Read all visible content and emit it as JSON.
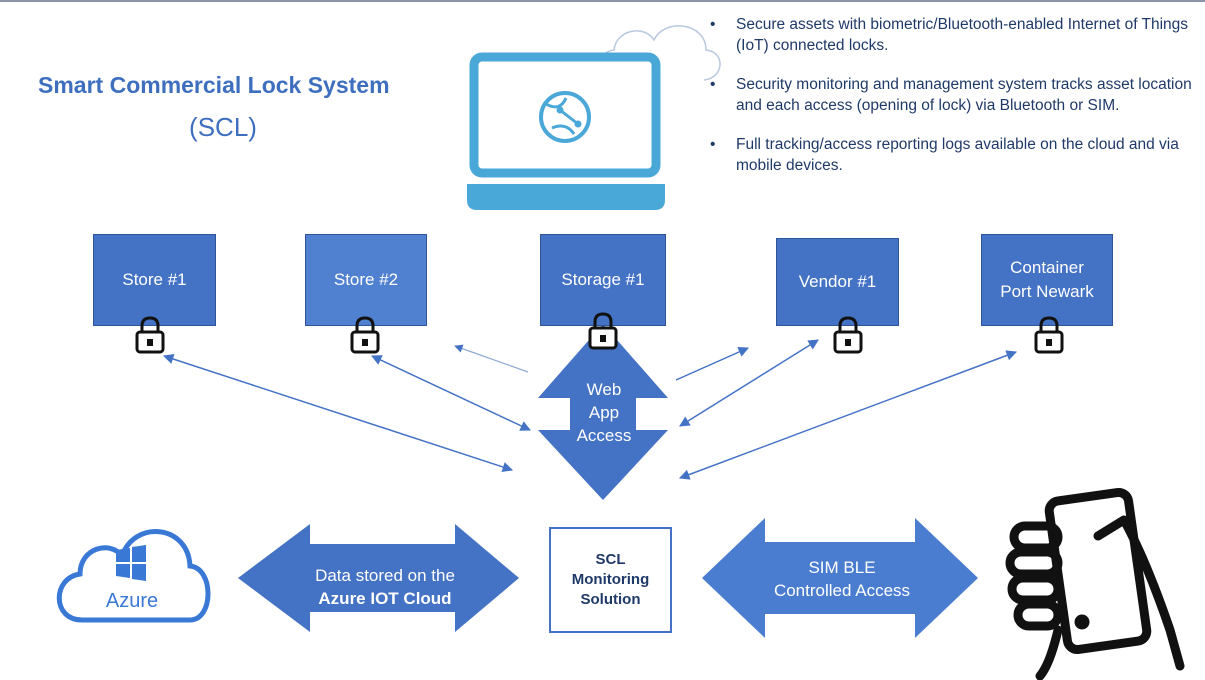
{
  "title": {
    "line1": "Smart Commercial Lock System",
    "line2": "(SCL)"
  },
  "bullets": [
    "Secure assets with biometric/Bluetooth-enabled Internet of Things (IoT) connected locks.",
    "Security monitoring and management system tracks asset location and each access (opening of lock) via Bluetooth or SIM.",
    "Full tracking/access reporting logs available on the cloud and via mobile devices."
  ],
  "locations": [
    {
      "line1": "Store #1",
      "line2": ""
    },
    {
      "line1": "Store #2",
      "line2": ""
    },
    {
      "line1": "Storage #1",
      "line2": ""
    },
    {
      "line1": "Vendor #1",
      "line2": ""
    },
    {
      "line1": "Container",
      "line2": "Port Newark"
    }
  ],
  "web_access": {
    "line1": "Web",
    "line2": "App",
    "line3": "Access"
  },
  "data_arrow": {
    "line1": "Data stored on the",
    "line2": "Azure IOT Cloud"
  },
  "scl": {
    "line1": "SCL",
    "line2": "Monitoring",
    "line3": "Solution"
  },
  "sim_arrow": {
    "line1": "SIM BLE",
    "line2": "Controlled Access"
  },
  "azure": {
    "label": "Azure"
  },
  "icons": {
    "laptop": "laptop-globe-icon",
    "cloud_top": "cloud-icon",
    "lock": "padlock-icon",
    "azure": "azure-cloud-windows-icon",
    "phone": "hand-holding-phone-icon"
  },
  "colors": {
    "box_dark": "#4472c4",
    "box_light": "#4f81d0",
    "laptop": "#4aa8d8",
    "title": "#3e6fbf"
  }
}
